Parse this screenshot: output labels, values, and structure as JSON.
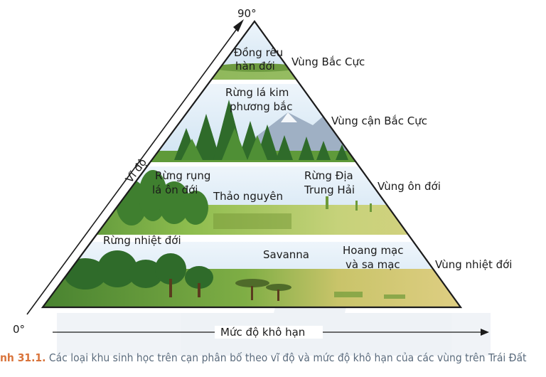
{
  "figure": {
    "number": "nh 31.1.",
    "caption": "Các loại khu sinh học trên cạn phân bố theo vĩ độ và mức độ khô hạn của các vùng trên Trái Đất"
  },
  "axes": {
    "y_label": "Vĩ độ",
    "y_top": "90°",
    "y_bottom": "0°",
    "x_label": "Mức độ khô hạn"
  },
  "zones": [
    {
      "name": "Vùng Bắc Cực",
      "biomes": [
        "Đồng rêu hàn đới"
      ]
    },
    {
      "name": "Vùng cận Bắc Cực",
      "biomes": [
        "Rừng lá kim phương bắc"
      ]
    },
    {
      "name": "Vùng ôn đới",
      "biomes": [
        "Rừng rụng lá ôn đới",
        "Thảo nguyên",
        "Rừng Địa Trung Hải"
      ]
    },
    {
      "name": "Vùng nhiệt đới",
      "biomes": [
        "Rừng nhiệt đới",
        "Savanna",
        "Hoang mạc và sa mạc"
      ]
    }
  ],
  "biome_lines": {
    "tundra": [
      "Đồng rêu",
      "hàn đới"
    ],
    "boreal": [
      "Rừng lá kim",
      "phương bắc"
    ],
    "temperate_deciduous": [
      "Rừng rụng",
      "lá ôn đới"
    ],
    "steppe": [
      "Thảo nguyên"
    ],
    "mediterranean": [
      "Rừng Địa",
      "Trung Hải"
    ],
    "tropical_forest": [
      "Rừng nhiệt đới"
    ],
    "savanna": [
      "Savanna"
    ],
    "desert": [
      "Hoang mạc",
      "và sa mạc"
    ]
  },
  "colors": {
    "sky": "#dbeaf5",
    "forest_dark": "#2f6b2a",
    "forest_mid": "#4f8f35",
    "grass": "#9cc457",
    "sand": "#e8cf86",
    "mountain": "#8a9bb0",
    "caption_accent": "#d9733a",
    "caption_text": "#5a6b7d"
  }
}
